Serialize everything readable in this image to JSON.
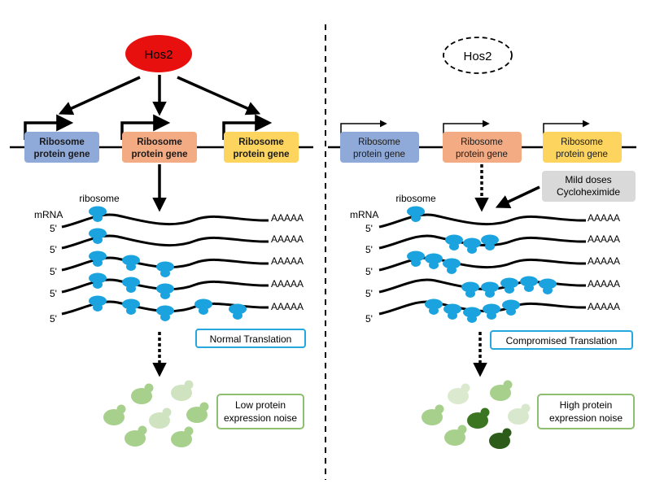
{
  "colors": {
    "hos2_fill": "#e8100f",
    "gene_blue": "#8fa9d8",
    "gene_orange": "#f3ab83",
    "gene_yellow": "#fcd45e",
    "ribosome": "#1aa3df",
    "label_box_border": "#25a8dd",
    "noise_box_border": "#8dbf6e",
    "cyclo_fill": "#d9d9d9",
    "cell_light": "#a8d08d",
    "cell_pale": "#d7e8cc",
    "cell_dark": "#3b7522",
    "cell_very_dark": "#2d5c1a"
  },
  "left_panel": {
    "hos2_label": "Hos2",
    "genes": [
      {
        "label_line1": "Ribosome",
        "label_line2": "protein gene",
        "color_key": "gene_blue"
      },
      {
        "label_line1": "Ribosome",
        "label_line2": "protein gene",
        "color_key": "gene_orange"
      },
      {
        "label_line1": "Ribosome",
        "label_line2": "protein gene",
        "color_key": "gene_yellow"
      }
    ],
    "ribosome_label": "ribosome",
    "mrna_label": "mRNA",
    "five_prime": "5'",
    "poly_a": "AAAAA",
    "translation_label": "Normal Translation",
    "noise_label_line1": "Low protein",
    "noise_label_line2": "expression noise"
  },
  "right_panel": {
    "hos2_label": "Hos2",
    "genes": [
      {
        "label_line1": "Ribosome",
        "label_line2": "protein gene",
        "color_key": "gene_blue"
      },
      {
        "label_line1": "Ribosome",
        "label_line2": "protein gene",
        "color_key": "gene_orange"
      },
      {
        "label_line1": "Ribosome",
        "label_line2": "protein gene",
        "color_key": "gene_yellow"
      }
    ],
    "cyclo_line1": "Mild doses",
    "cyclo_line2": "Cycloheximide",
    "ribosome_label": "ribosome",
    "mrna_label": "mRNA",
    "five_prime": "5'",
    "poly_a": "AAAAA",
    "translation_label": "Compromised Translation",
    "noise_label_line1": "High protein",
    "noise_label_line2": "expression noise"
  }
}
